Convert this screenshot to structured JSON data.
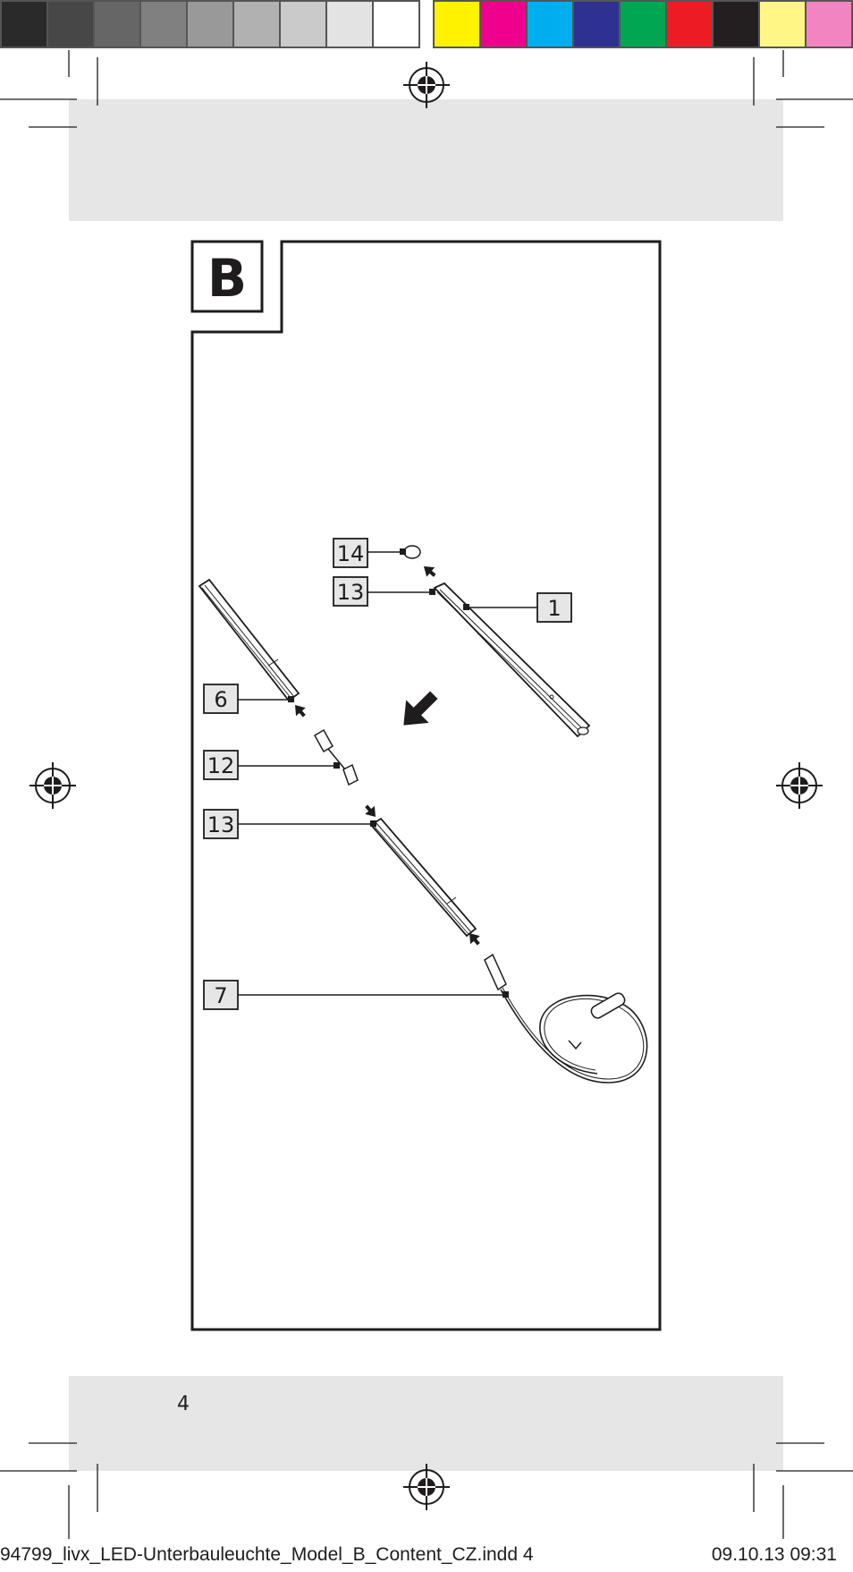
{
  "color_bar": {
    "grays": [
      "#2a2a2a",
      "#474747",
      "#666666",
      "#808080",
      "#999999",
      "#b1b1b1",
      "#cacaca",
      "#e3e3e3",
      "#ffffff"
    ],
    "colors": [
      "#fff200",
      "#ec008c",
      "#00aeef",
      "#2e3192",
      "#00a651",
      "#ed1c24",
      "#231f20",
      "#fff685",
      "#f285c1"
    ]
  },
  "figure": {
    "label": "B",
    "callouts": {
      "c14": "14",
      "c13_top": "13",
      "c1": "1",
      "c6": "6",
      "c12": "12",
      "c13_mid": "13",
      "c7": "7"
    }
  },
  "footer": {
    "page_number": "4",
    "slug_file": "94799_livx_LED-Unterbauleuchte_Model_B_Content_CZ.indd   4",
    "slug_date": "09.10.13   09:31"
  }
}
